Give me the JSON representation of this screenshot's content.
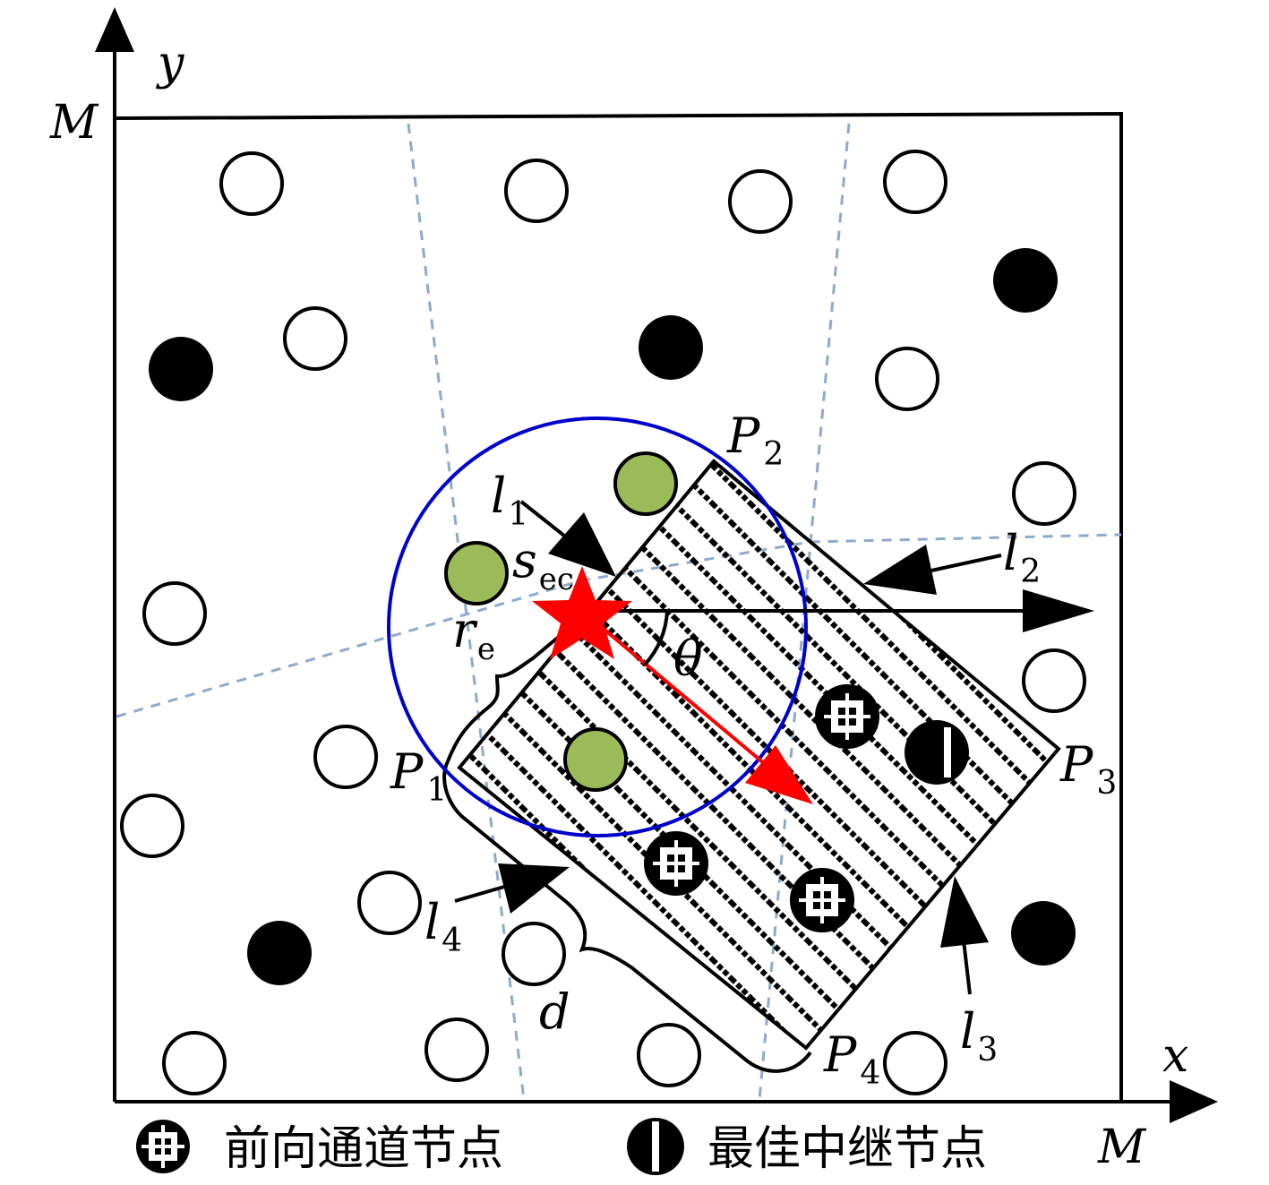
{
  "axes": {
    "y_label": "y",
    "x_label": "x",
    "y_max_label": "M",
    "x_max_label": "M"
  },
  "labels": {
    "P1": {
      "base": "P",
      "sub": "1"
    },
    "P2": {
      "base": "P",
      "sub": "2"
    },
    "P3": {
      "base": "P",
      "sub": "3"
    },
    "P4": {
      "base": "P",
      "sub": "4"
    },
    "l1": {
      "base": "l",
      "sub": "1"
    },
    "l2": {
      "base": "l",
      "sub": "2"
    },
    "l3": {
      "base": "l",
      "sub": "3"
    },
    "l4": {
      "base": "l",
      "sub": "4"
    },
    "sec": {
      "base": "s",
      "sub": "ec"
    },
    "re": {
      "base": "r",
      "sub": "e"
    },
    "theta": "θ",
    "d": "d"
  },
  "legend": {
    "forward_channel_node": "前向通道节点",
    "best_relay_node": "最佳中继节点"
  },
  "colors": {
    "star": "#ff0000",
    "circle_range": "#0000cc",
    "green_node": "#9bbb59",
    "dashed_boundary": "#8eaacc",
    "black": "#000000"
  }
}
